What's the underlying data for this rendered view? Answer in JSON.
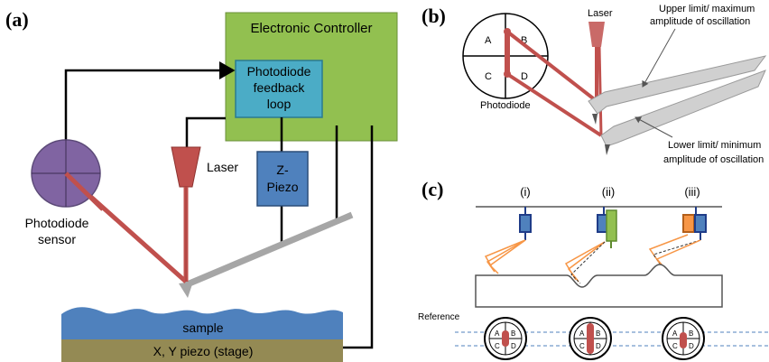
{
  "panel_a": {
    "tag": "(a)",
    "controller": "Electronic Controller",
    "feedback": [
      "Photodiode",
      "feedback",
      "loop"
    ],
    "laser": "Laser",
    "zpiezo": [
      "Z-",
      "Piezo"
    ],
    "photodiode": [
      "Photodiode",
      "sensor"
    ],
    "sample": "sample",
    "stage": "X, Y piezo (stage)"
  },
  "panel_b": {
    "tag": "(b)",
    "laser": "Laser",
    "photodiode": "Photodiode",
    "quadrants": [
      "A",
      "B",
      "C",
      "D"
    ],
    "upper": [
      "Upper limit/ maximum",
      "amplitude of oscillation"
    ],
    "lower": [
      "Lower limit/ minimum",
      "amplitude of oscillation"
    ]
  },
  "panel_c": {
    "tag": "(c)",
    "cases": [
      "(i)",
      "(ii)",
      "(iii)"
    ],
    "reference": "Reference",
    "quadrants": [
      "A",
      "B",
      "C",
      "D"
    ]
  },
  "colors": {
    "controller": "#92c050",
    "feedback": "#4bacc6",
    "zpiezo": "#4f81bd",
    "laser": "#c0504d",
    "photodiode": "#8064a2",
    "sample": "#4f81bd",
    "stage": "#948a54",
    "tip_orange": "#f79646"
  }
}
